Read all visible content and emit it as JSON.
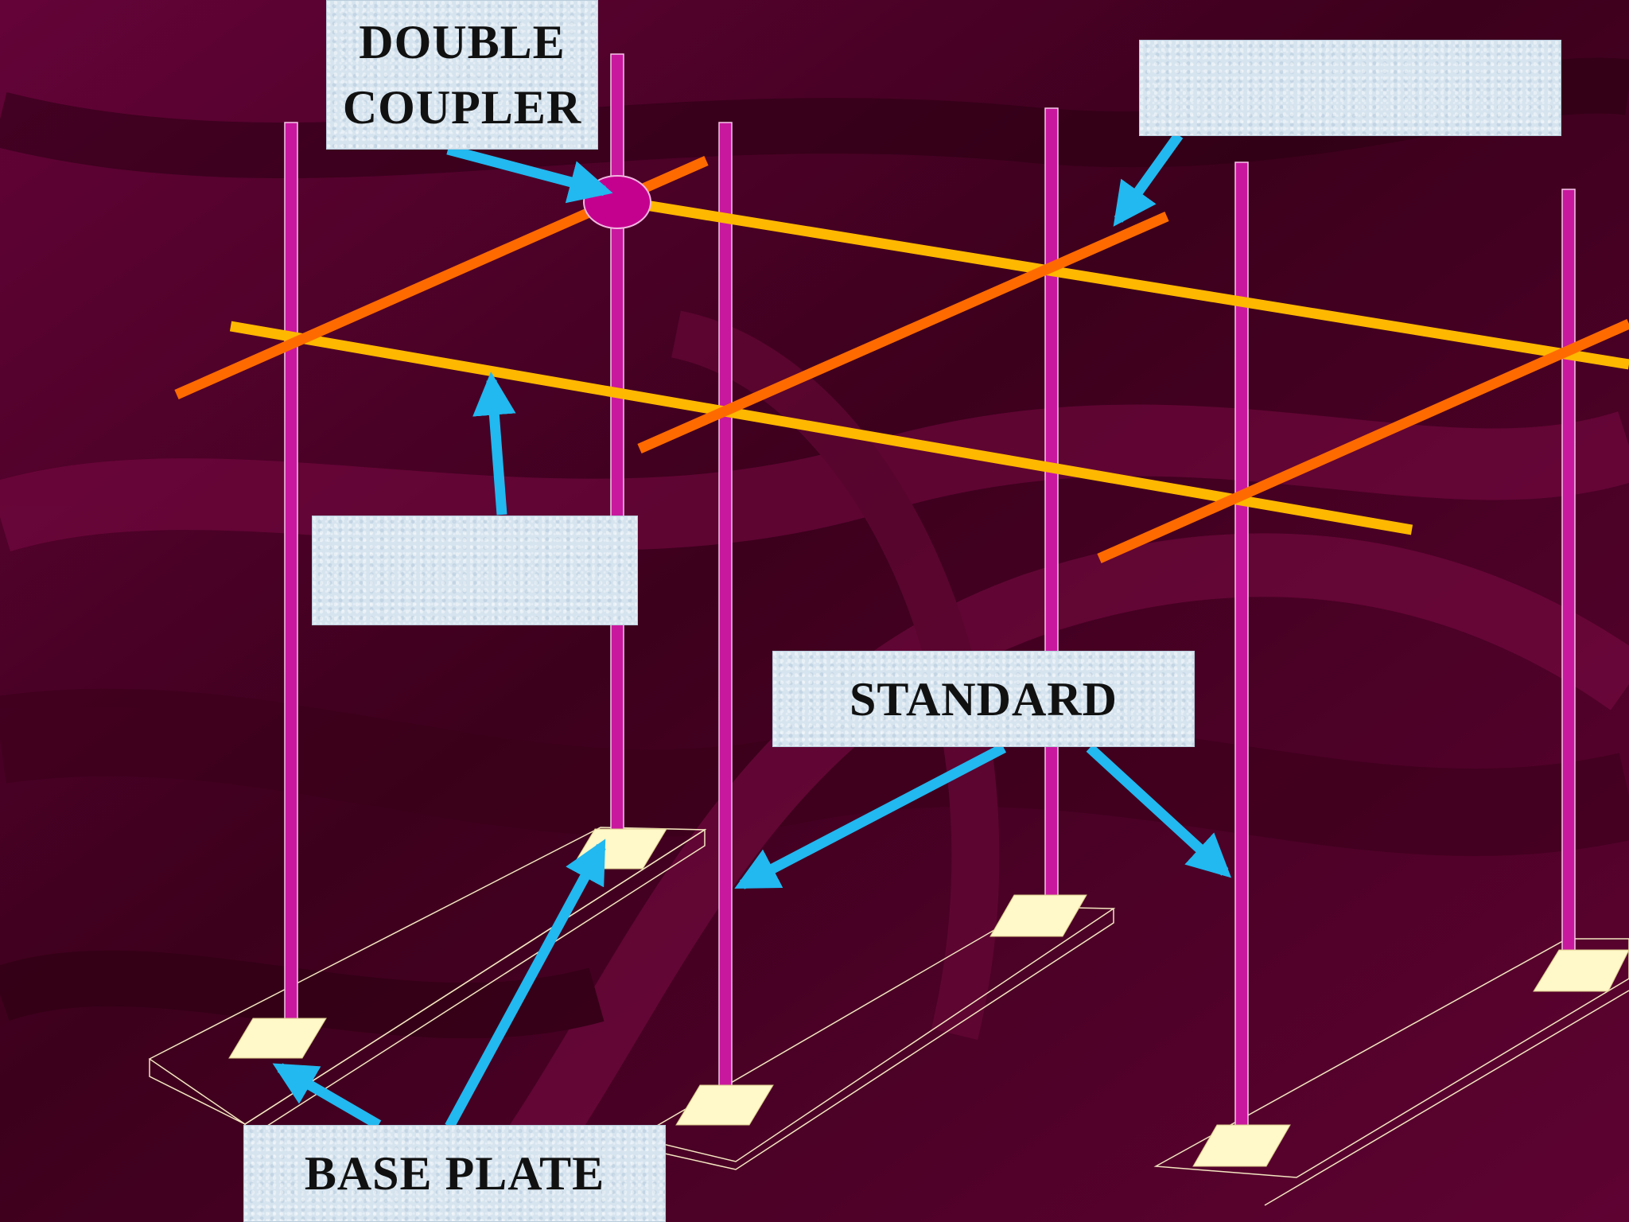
{
  "labels": {
    "double_coupler": "DOUBLE\nCOUPLER",
    "standard": "STANDARD",
    "base_plate": "BASE PLATE",
    "top_right": "",
    "middle_left": ""
  },
  "colors": {
    "background": "#5a0230",
    "standard_tube": "#c8189e",
    "ledger_tube": "#ffb800",
    "transom_tube": "#ff6a00",
    "coupler": "#c4008f",
    "arrow": "#22b8f0",
    "base_plate": "#fff8c8",
    "label_box": "#d6e4ef"
  }
}
